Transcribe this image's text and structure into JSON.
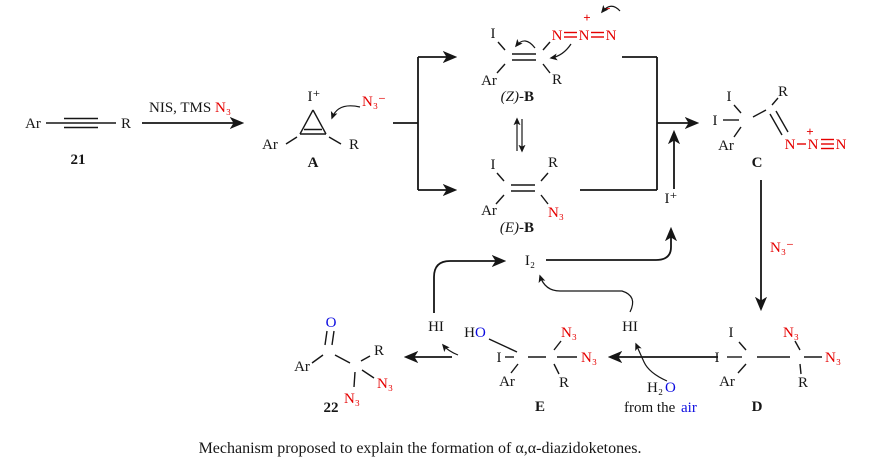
{
  "caption": "Mechanism proposed to explain the formation of α,α-diazidoketones.",
  "colors": {
    "accent_red": "#e50000",
    "accent_blue": "#0b0be0",
    "ink": "#161616",
    "background": "#ffffff"
  },
  "reagents": {
    "black_part": "NIS, TMS",
    "red_part": "N₃"
  },
  "atoms": {
    "Ar": "Ar",
    "R": "R",
    "I": "I",
    "I_plus": "I⁺",
    "I2": "I₂",
    "N": "N",
    "N3": "N₃",
    "N3_minus": "N₃⁻",
    "HI": "HI",
    "H": "H",
    "H2": "H₂",
    "O": "O",
    "plus": "+",
    "minus": "−"
  },
  "structure_labels": {
    "c21": "21",
    "A": "A",
    "ZB_prefix": "(Z)-",
    "ZB_main": "B",
    "EB_prefix": "(E)-",
    "EB_main": "B",
    "C": "C",
    "D": "D",
    "E": "E",
    "c22": "22"
  },
  "annotations": {
    "from_the": "from the ",
    "air": "air"
  }
}
